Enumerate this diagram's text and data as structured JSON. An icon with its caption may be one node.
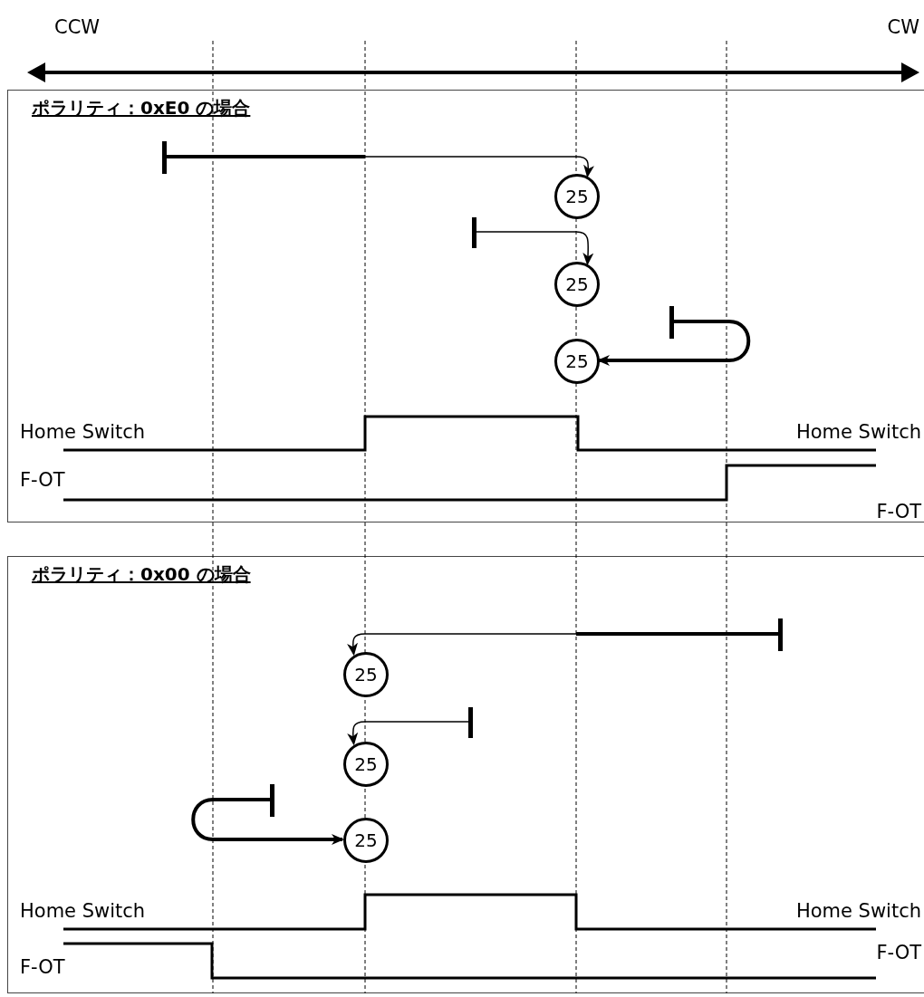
{
  "diagram": {
    "nodes": [
      {
        "text": [
          "ポラリティ：0xE0 の場合"
        ]
      },
      {
        "text": [],
        "shape": "bar",
        "in": 0
      },
      {
        "text": [
          "25"
        ],
        "in": 0
      },
      {
        "text": [],
        "shape": "bar",
        "in": 0
      },
      {
        "text": [
          "25"
        ],
        "in": 0
      },
      {
        "text": [],
        "shape": "bar",
        "in": 0
      },
      {
        "text": [
          "25"
        ],
        "in": 0
      },
      {
        "text": [
          "ポラリティ：0x00 の場合"
        ]
      },
      {
        "text": [],
        "shape": "bar",
        "in": 7
      },
      {
        "text": [
          "25"
        ],
        "in": 7
      },
      {
        "text": [],
        "shape": "bar",
        "in": 7
      },
      {
        "text": [
          "25"
        ],
        "in": 7
      },
      {
        "text": [],
        "shape": "bar",
        "in": 7
      },
      {
        "text": [
          "25"
        ],
        "in": 7
      }
    ],
    "edges": [
      {
        "from": 1,
        "to": 2,
        "arrow": "to"
      },
      {
        "from": 3,
        "to": 4,
        "arrow": "to"
      },
      {
        "from": 5,
        "to": 6,
        "arrow": "to",
        "style": "thick"
      },
      {
        "from": 8,
        "to": 9,
        "arrow": "to"
      },
      {
        "from": 10,
        "to": 11,
        "arrow": "to"
      },
      {
        "from": 12,
        "to": 13,
        "arrow": "to",
        "style": "thick"
      }
    ],
    "labels": [
      "CCW",
      "CW",
      "Home Switch",
      "Home Switch",
      "F-OT",
      "F-OT",
      "Home Switch",
      "Home Switch",
      "F-OT",
      "F-OT"
    ]
  }
}
